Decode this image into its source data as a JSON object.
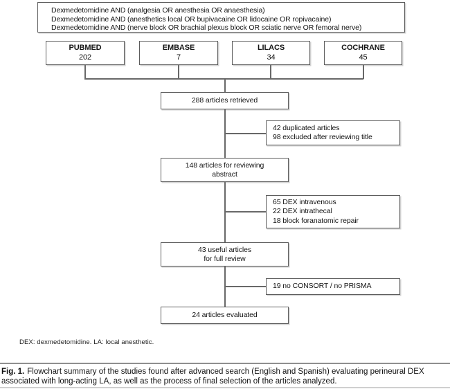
{
  "colors": {
    "box_border": "#5c5c5c",
    "connector_line": "#686868",
    "separator": "#8f8f8f",
    "text": "#141414",
    "background": "#ffffff"
  },
  "flowchart": {
    "query_box": {
      "lines": [
        "Dexmedetomidine AND (analgesia OR anesthesia OR anaesthesia)",
        "Dexmedetomidine AND (anesthetics local OR bupivacaine OR lidocaine OR ropivacaine)",
        "Dexmedetomidine AND (nerve block OR brachial plexus block OR sciatic nerve OR femoral nerve)"
      ]
    },
    "databases": [
      {
        "name": "PUBMED",
        "count": "202"
      },
      {
        "name": "EMBASE",
        "count": "7"
      },
      {
        "name": "LILACS",
        "count": "34"
      },
      {
        "name": "COCHRANE",
        "count": "45"
      }
    ],
    "retrieved_box": {
      "text": "288 articles retrieved"
    },
    "excluded_box_1": {
      "lines": [
        "42 duplicated articles",
        "98 excluded after reviewing title"
      ]
    },
    "abstract_box": {
      "lines": [
        "148 articles for reviewing",
        "abstract"
      ]
    },
    "excluded_box_2": {
      "lines": [
        "65 DEX intravenous",
        "22 DEX intrathecal",
        "18 block foranatomic repair"
      ]
    },
    "full_review_box": {
      "lines": [
        "43 useful articles",
        "for full review"
      ]
    },
    "excluded_box_3": {
      "text": "19 no CONSORT / no PRISMA"
    },
    "evaluated_box": {
      "text": "24 articles evaluated"
    },
    "footnote": "DEX: dexmedetomidine. LA: local anesthetic."
  },
  "caption": {
    "label": "Fig. 1.",
    "text": "Flowchart summary of the studies found after advanced search (English and Spanish) evaluating perineural DEX associated with long-acting LA, as well as the process of final selection of the articles analyzed."
  }
}
